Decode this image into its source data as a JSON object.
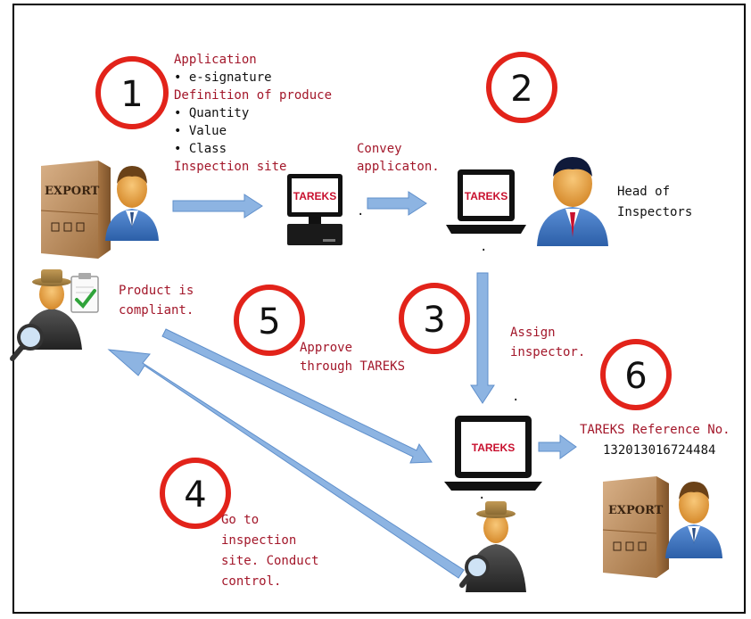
{
  "steps": [
    {
      "number": "1"
    },
    {
      "number": "2"
    },
    {
      "number": "3"
    },
    {
      "number": "4"
    },
    {
      "number": "5"
    },
    {
      "number": "6"
    }
  ],
  "application_info": {
    "heading1": "Application",
    "item1": "• e-signature",
    "heading2": "Definition of produce",
    "item2": "• Quantity",
    "item3": "• Value",
    "item4": "• Class",
    "heading3": "Inspection site"
  },
  "labels": {
    "convey_line1": "Convey",
    "convey_line2": "applicaton.",
    "head_line1": "Head of",
    "head_line2": "Inspectors",
    "assign_line1": "Assign",
    "assign_line2": "inspector.",
    "compliant_line1": "Product is",
    "compliant_line2": "compliant.",
    "approve_line1": "Approve",
    "approve_line2": "through TAREKS",
    "goto_line1": "Go to",
    "goto_line2": "inspection",
    "goto_line3": "site. Conduct",
    "goto_line4": "control.",
    "reference_title": "TAREKS Reference No.",
    "reference_number": "132013016724484",
    "dot1": ".",
    "dot2": ".",
    "dot3": ".",
    "dot4": "."
  },
  "screen_label": "TAREKS",
  "box_label": "EXPORT",
  "colors": {
    "circle": "#e2231a",
    "arrow": "#8db4e2",
    "arrow_stroke": "#5f8fcb",
    "text_red": "#a3172a",
    "box": "#b98a5a"
  },
  "icons": [
    "export-box-icon",
    "exporter-person-icon",
    "computer-icon",
    "laptop-icon",
    "manager-person-icon",
    "inspector-with-magnifier-icon",
    "clipboard-check-icon"
  ]
}
